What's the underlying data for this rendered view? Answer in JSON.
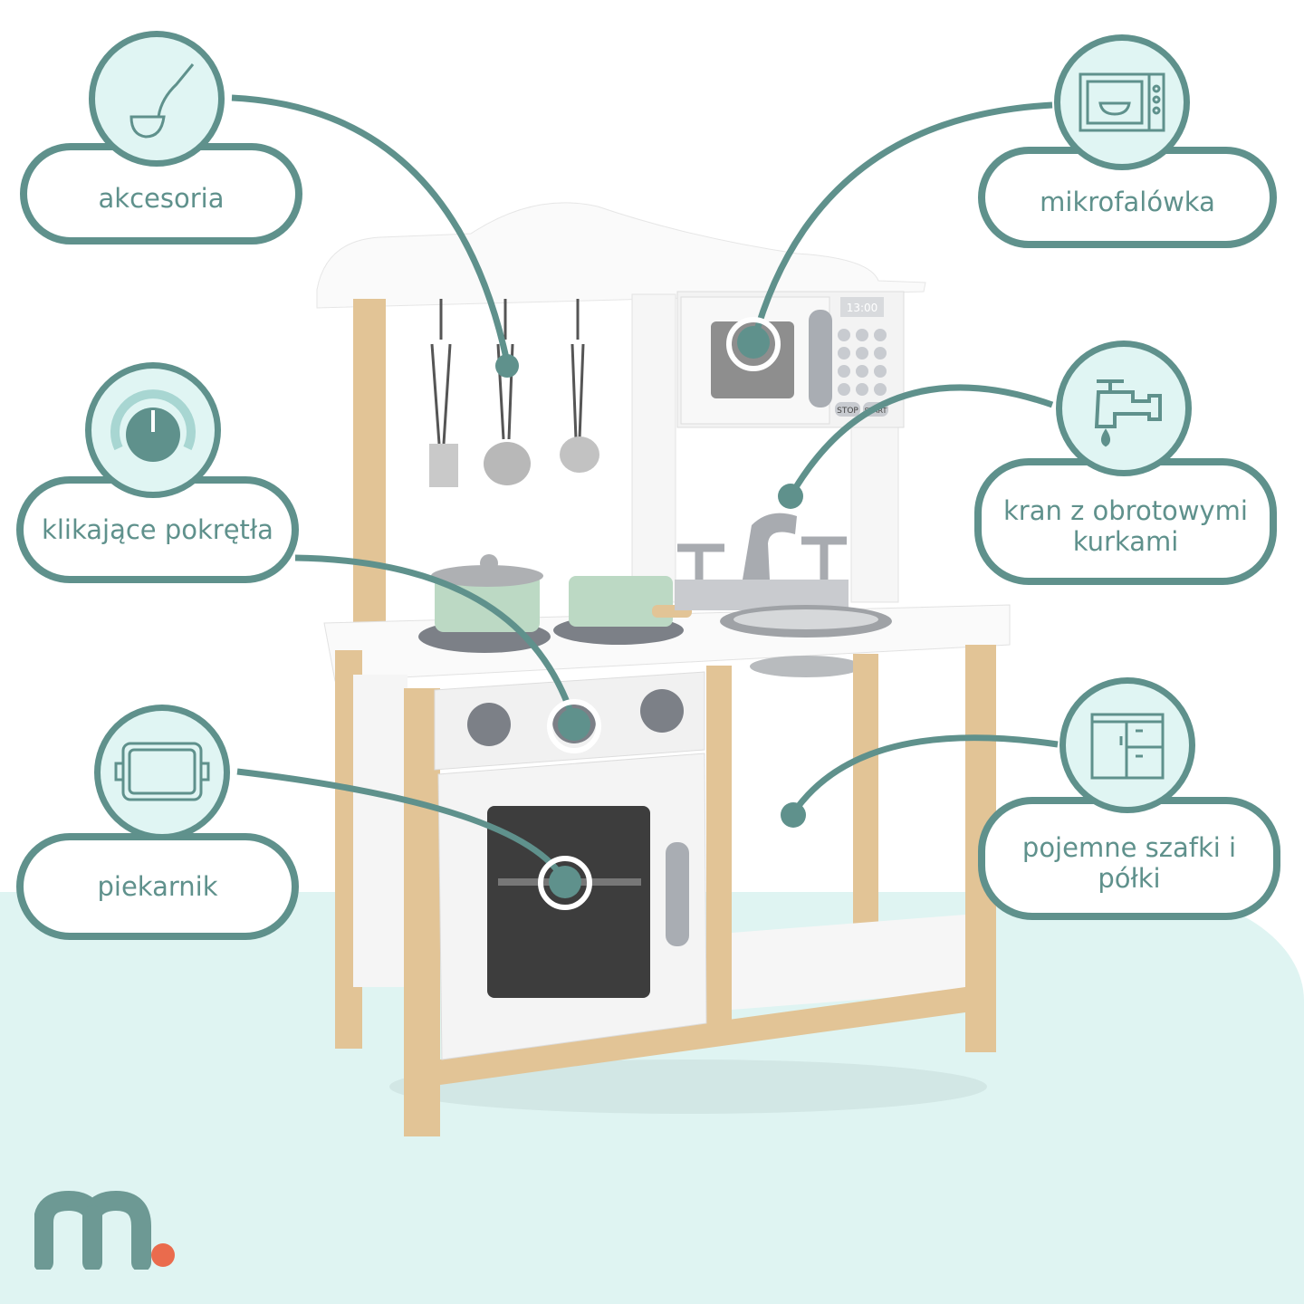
{
  "callouts": [
    {
      "label": "akcesoria",
      "icon": "ladle-icon"
    },
    {
      "label": "klikające pokrętła",
      "icon": "knob-icon"
    },
    {
      "label": "piekarnik",
      "icon": "baking-tray-icon"
    },
    {
      "label": "mikrofalówka",
      "icon": "microwave-icon"
    },
    {
      "label": "kran z obrotowymi kurkami",
      "icon": "faucet-icon"
    },
    {
      "label": "pojemne szafki i półki",
      "icon": "cabinet-icon"
    }
  ],
  "product": {
    "microwave_display": "13:00",
    "stop_label": "STOP",
    "start_label": "START"
  },
  "colors": {
    "accent": "#5f918c",
    "badge_fill": "#e0f5f3",
    "background_mint": "#dff4f2",
    "logo_dot": "#ea6b4d",
    "wood": "#e2c496"
  }
}
